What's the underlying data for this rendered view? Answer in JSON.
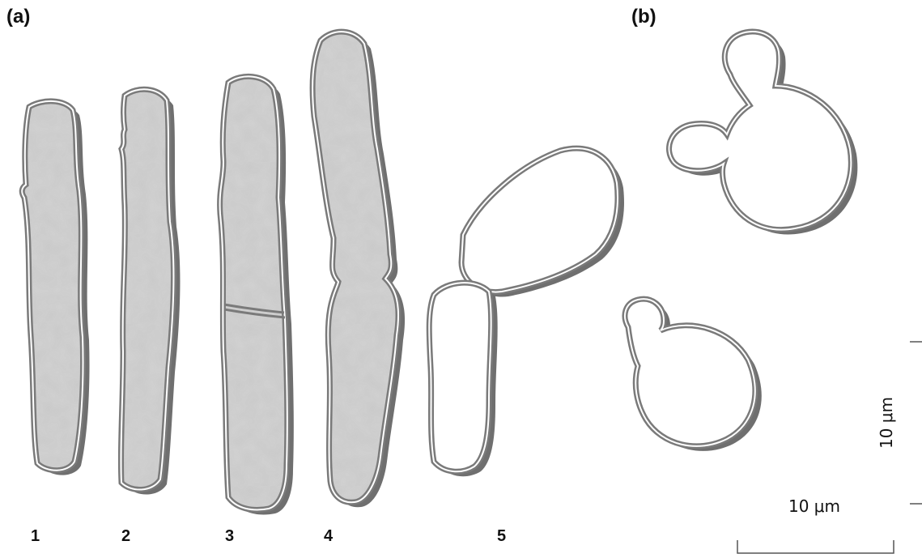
{
  "panels": {
    "a": {
      "label": "(a)",
      "cell_labels": [
        "1",
        "2",
        "3",
        "4",
        "5"
      ]
    },
    "b": {
      "label": "(b)"
    }
  },
  "scale_bars": {
    "vertical_label": "10 μm",
    "horizontal_label": "10 μm"
  },
  "colors": {
    "cell_fill": "#c9c9c9",
    "cell_outline": "#7a7a7a",
    "shadow": "#6f6f6f",
    "budding_fill": "#ffffff"
  }
}
